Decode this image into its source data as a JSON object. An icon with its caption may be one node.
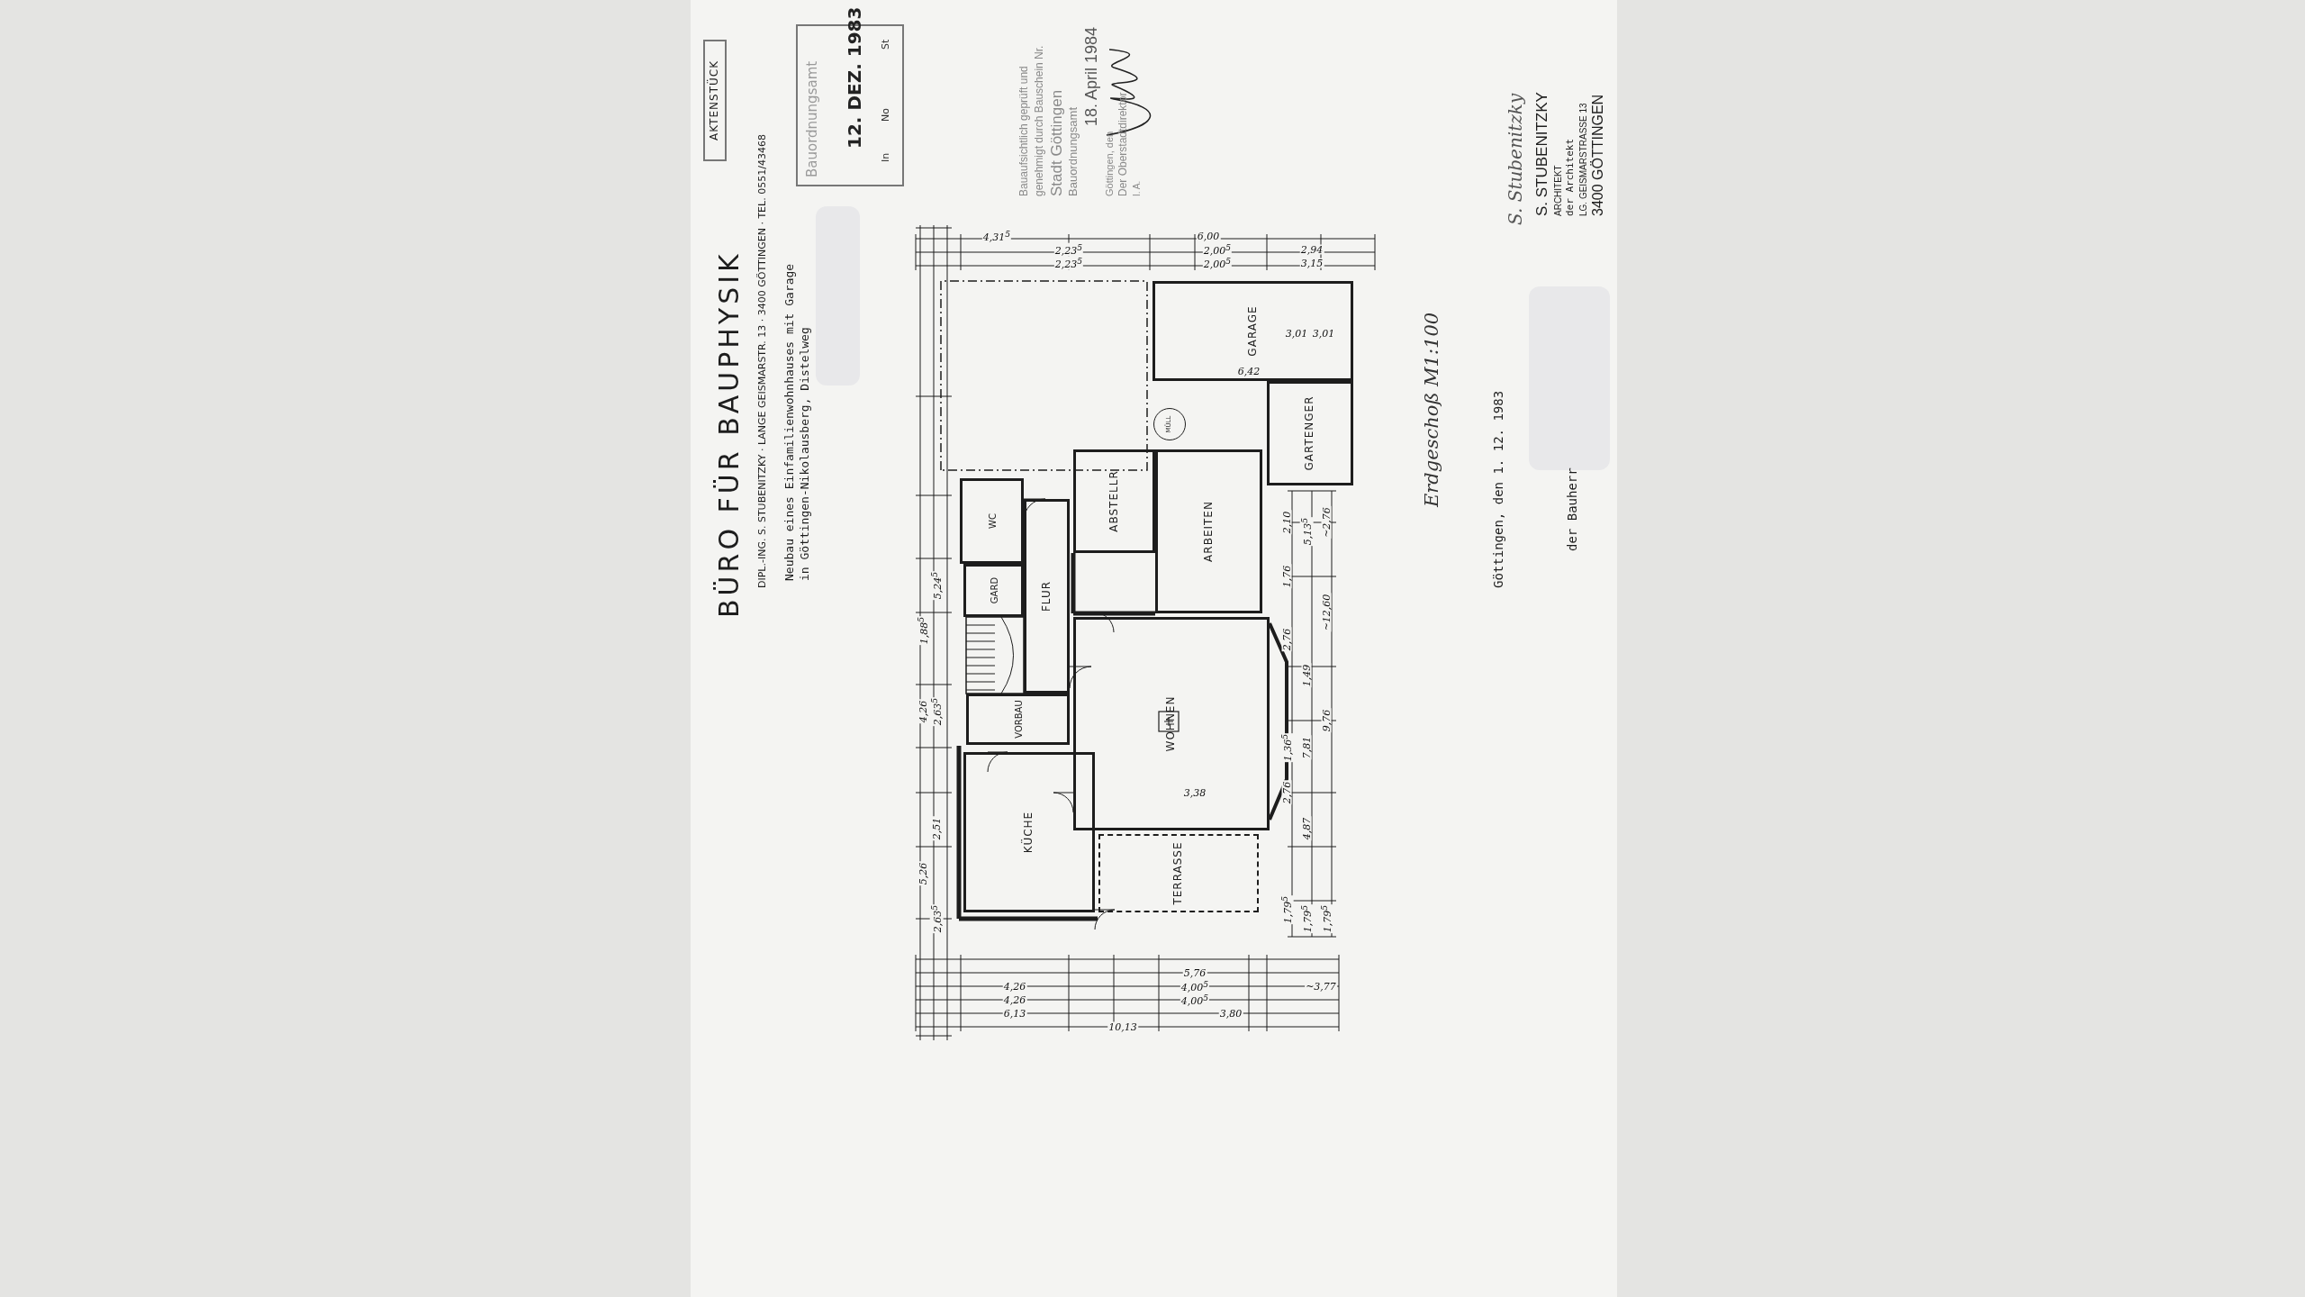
{
  "diagram": {
    "title": "Erdgeschoß M1:100",
    "nodes": [
      {
        "text": [
          "AKTENSTÜCK"
        ]
      },
      {
        "text": [
          "Bauordnungsamt",
          "12. DEZ. 1983",
          "In",
          "No",
          "St"
        ]
      },
      {
        "text": [
          "WC"
        ]
      },
      {
        "text": [
          "GARD"
        ]
      },
      {
        "text": [
          "FLUR"
        ]
      },
      {
        "text": [
          "VORBAU"
        ]
      },
      {
        "text": [
          "ABSTELLR"
        ]
      },
      {
        "text": [
          "ARBEITEN"
        ]
      },
      {
        "text": [
          "WOHNEN"
        ]
      },
      {
        "text": [
          "KÜCHE"
        ]
      },
      {
        "text": [
          "TERRASSE"
        ]
      },
      {
        "text": [
          "MÜLL"
        ]
      },
      {
        "text": [
          "GARTENGER"
        ]
      },
      {
        "text": [
          "GARAGE"
        ]
      }
    ],
    "edges": [],
    "labels": [
      "BÜRO FÜR BAUPHYSIK",
      "DIPL.-ING. S. STUBENITZKY · LANGE GEISMARSTR. 13 · 3400 GÖTTINGEN · TEL. 0551/43468",
      "Neubau eines Einfamilienwohnhauses mit Garage",
      "in Göttingen-Nikolausberg, Distelweg",
      "Bauaufsichtlich geprüft und",
      "genehmigt durch Bauschein Nr.",
      "Stadt Göttingen",
      "Bauordnungsamt",
      "18. April 1984",
      "Göttingen, den",
      "Der Oberstadtdirektor",
      "I. A.",
      "S. Stubenitzky",
      "S. STUBENITZKY",
      "ARCHITEKT",
      "der Architekt",
      "LG. GEISMARSTRASSE 13",
      "3400 GÖTTINGEN",
      "Göttingen, den 1. 12. 1983",
      "der Bauherr",
      "4,31$^{5}$",
      "2,23$^{5}$",
      "2,23$^{5}$",
      "6,00",
      "2,00$^{5}$",
      "2,00$^{5}$",
      "2,94",
      "3,15",
      "6,42",
      "3,01",
      "3,01",
      "10,13",
      "6,13",
      "3,80",
      "4,26",
      "4,26",
      "4,00$^{5}$",
      "4,00$^{5}$",
      "5,76",
      "~3,77",
      "5,24$^{5}$",
      "1,88$^{5}$",
      "4,26",
      "2,63$^{5}$",
      "2,51",
      "5,26",
      "2,63$^{5}$",
      "2,10",
      "1,76",
      "1,36$^{5}$",
      "2,76",
      "1,49",
      "2,76",
      "1,79$^{5}$",
      "5,13$^{5}$",
      "7,81",
      "4,87",
      "~2,76",
      "9,76",
      "~12,60",
      "1,79$^{5}$",
      "1,79$^{5}$",
      "3,38"
    ]
  }
}
